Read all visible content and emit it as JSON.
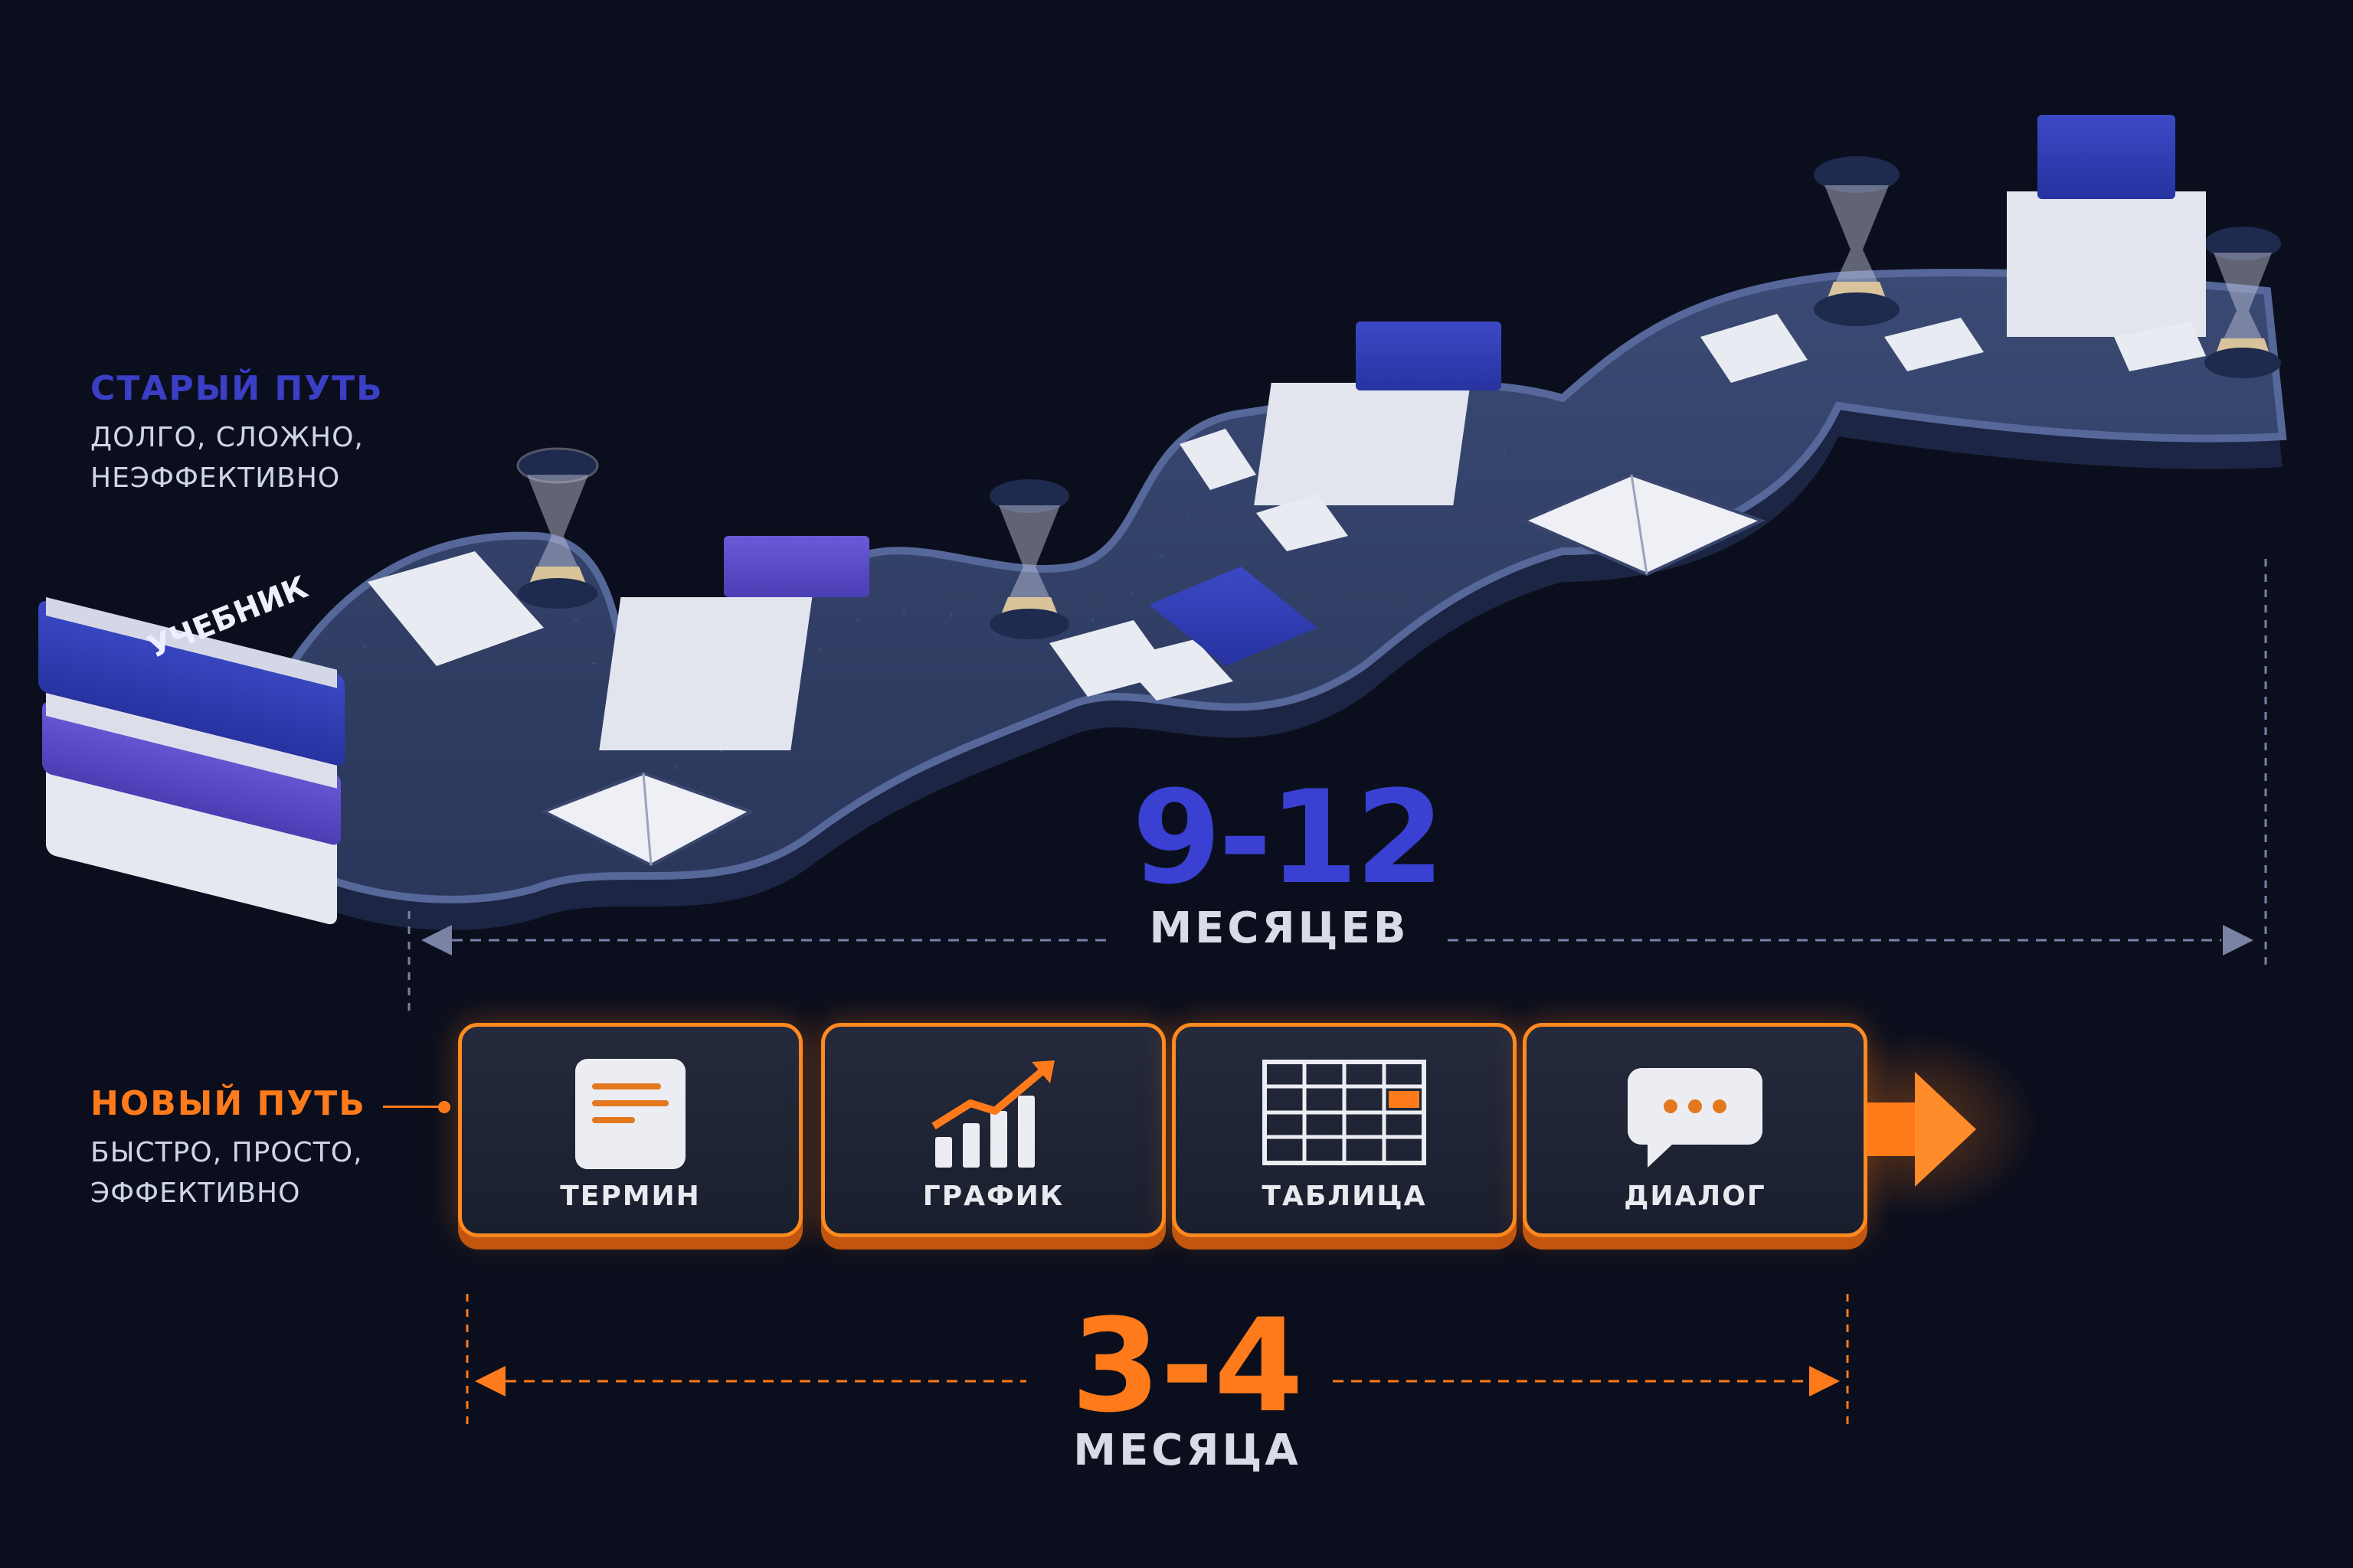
{
  "old_path": {
    "title": "СТАРЫЙ ПУТЬ",
    "subtitle_line1": "ДОЛГО, СЛОЖНО,",
    "subtitle_line2": "НЕЭФФЕКТИВНО",
    "duration_value": "9-12",
    "duration_unit": "МЕСЯЦЕВ",
    "book_label": "УЧЕБНИК"
  },
  "new_path": {
    "title": "НОВЫЙ ПУТЬ",
    "subtitle_line1": "БЫСТРО, ПРОСТО,",
    "subtitle_line2": "ЭФФЕКТИВНО",
    "duration_value": "3-4",
    "duration_unit": "МЕСЯЦА",
    "steps": [
      {
        "label": "ТЕРМИН",
        "icon": "document-icon"
      },
      {
        "label": "ГРАФИК",
        "icon": "growth-chart-icon"
      },
      {
        "label": "ТАБЛИЦА",
        "icon": "table-icon"
      },
      {
        "label": "ДИАЛОГ",
        "icon": "chat-bubble-icon"
      }
    ]
  },
  "colors": {
    "background": "#0b0f1d",
    "old_accent": "#3a40d2",
    "new_accent": "#ff7a1a",
    "road": "#2c3a5e"
  }
}
